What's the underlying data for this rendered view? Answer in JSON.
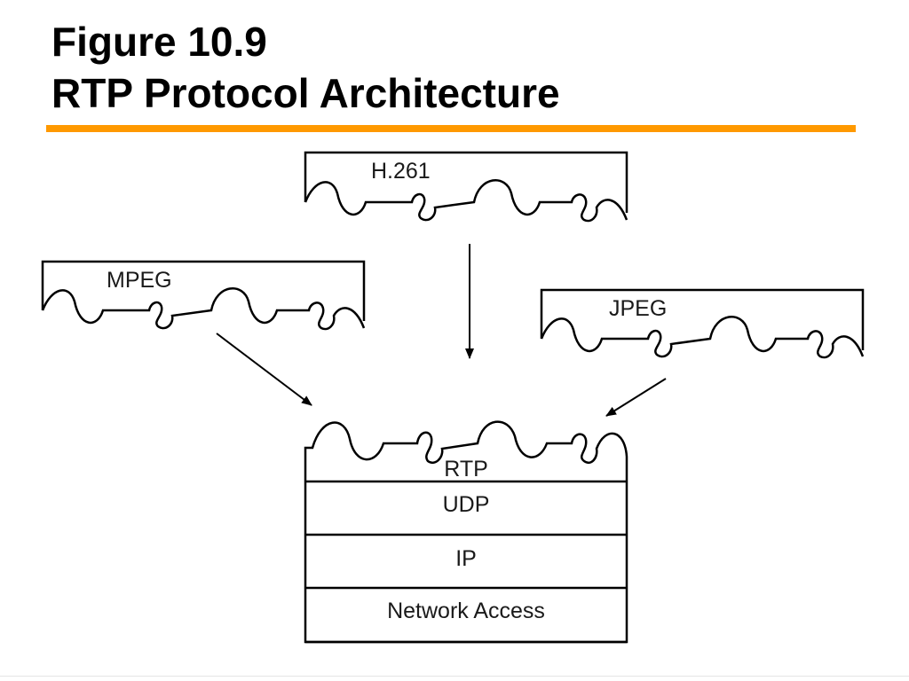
{
  "title": {
    "line1": "Figure 10.9",
    "line2": "RTP Protocol Architecture"
  },
  "accent_color": "#ff9900",
  "diagram": {
    "payload_formats": {
      "h261": "H.261",
      "mpeg": "MPEG",
      "jpeg": "JPEG"
    },
    "stack": {
      "rtp": "RTP",
      "udp": "UDP",
      "ip": "IP",
      "network_access": "Network Access"
    }
  }
}
